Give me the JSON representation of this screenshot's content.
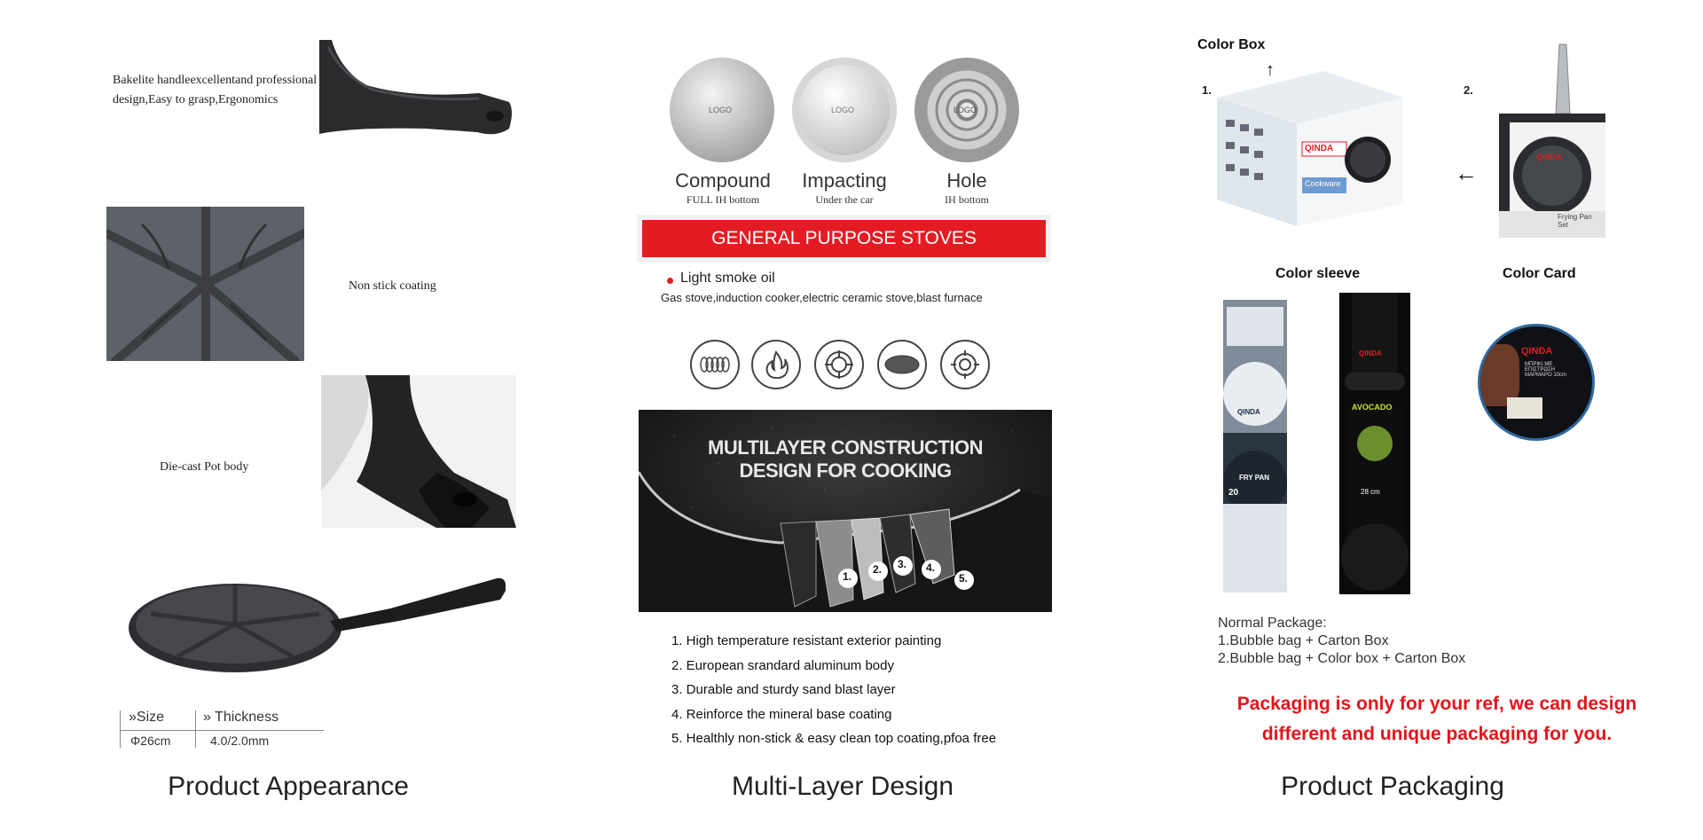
{
  "appearance": {
    "handle_text": "Bakelite handleexcellentand professional design,Easy to grasp,Ergonomics",
    "coating_text": "Non stick coating",
    "body_text": "Die-cast Pot body",
    "spec": {
      "size_label": "»Size",
      "thickness_label": "» Thickness",
      "size_value": "Φ26cm",
      "thickness_value": "4.0/2.0mm"
    },
    "title": "Product Appearance"
  },
  "multilayer": {
    "bottoms": [
      {
        "name": "Compound",
        "sub": "FULL IH bottom",
        "logo": "LOGO"
      },
      {
        "name": "Impacting",
        "sub": "Under the car",
        "logo": "LOGO"
      },
      {
        "name": "Hole",
        "sub": "IH bottom",
        "logo": "LOGO"
      }
    ],
    "banner": "GENERAL PURPOSE STOVES",
    "oil_label": "Light smoke oil",
    "stoves_text": "Gas stove,induction cooker,electric ceramic stove,blast furnace",
    "stove_icons": [
      "coil-icon",
      "flame-icon",
      "burner-icon",
      "ceramic-plate-icon",
      "induction-icon"
    ],
    "construction_title_1": "MULTILAYER CONSTRUCTION",
    "construction_title_2": "DESIGN FOR COOKING",
    "layer_numbers": [
      "1.",
      "2.",
      "3.",
      "4.",
      "5."
    ],
    "layers": [
      "1. High temperature resistant exterior painting",
      "2. European srandard aluminum body",
      "3. Durable and sturdy sand blast layer",
      "4. Reinforce the mineral base coating",
      "5. Healthly non-stick & easy clean top coating,pfoa free"
    ],
    "title": "Multi-Layer Design"
  },
  "packaging": {
    "color_box": "Color Box",
    "num1": "1.",
    "num2": "2.",
    "color_sleeve": "Color sleeve",
    "color_card": "Color Card",
    "brand": "QINDA",
    "sleeve1_label": "FRY PAN",
    "sleeve1_size": "20",
    "sleeve2_label": "AVOCADO",
    "sleeve2_size": "28 cm",
    "card_text": "ΜΠΡΙΚΙ ΜΕ ΕΠΙΣΤΡΩΣΗ ΜΑΡΜΑΡΟ 10cm",
    "box_label": "Cookware",
    "box2_label": "Frying Pan Set",
    "normal_title": "Normal Package:",
    "normal_1": "1.Bubble bag + Carton Box",
    "normal_2": "2.Bubble bag + Color box + Carton Box",
    "note_line1": "Packaging is only for your ref, we can design",
    "note_line2": "different and unique packaging for you.",
    "title": "Product Packaging"
  },
  "colors": {
    "accent_red": "#e41b23",
    "pan_black": "#1b1b1d",
    "coating_grey": "#5a5d63"
  }
}
